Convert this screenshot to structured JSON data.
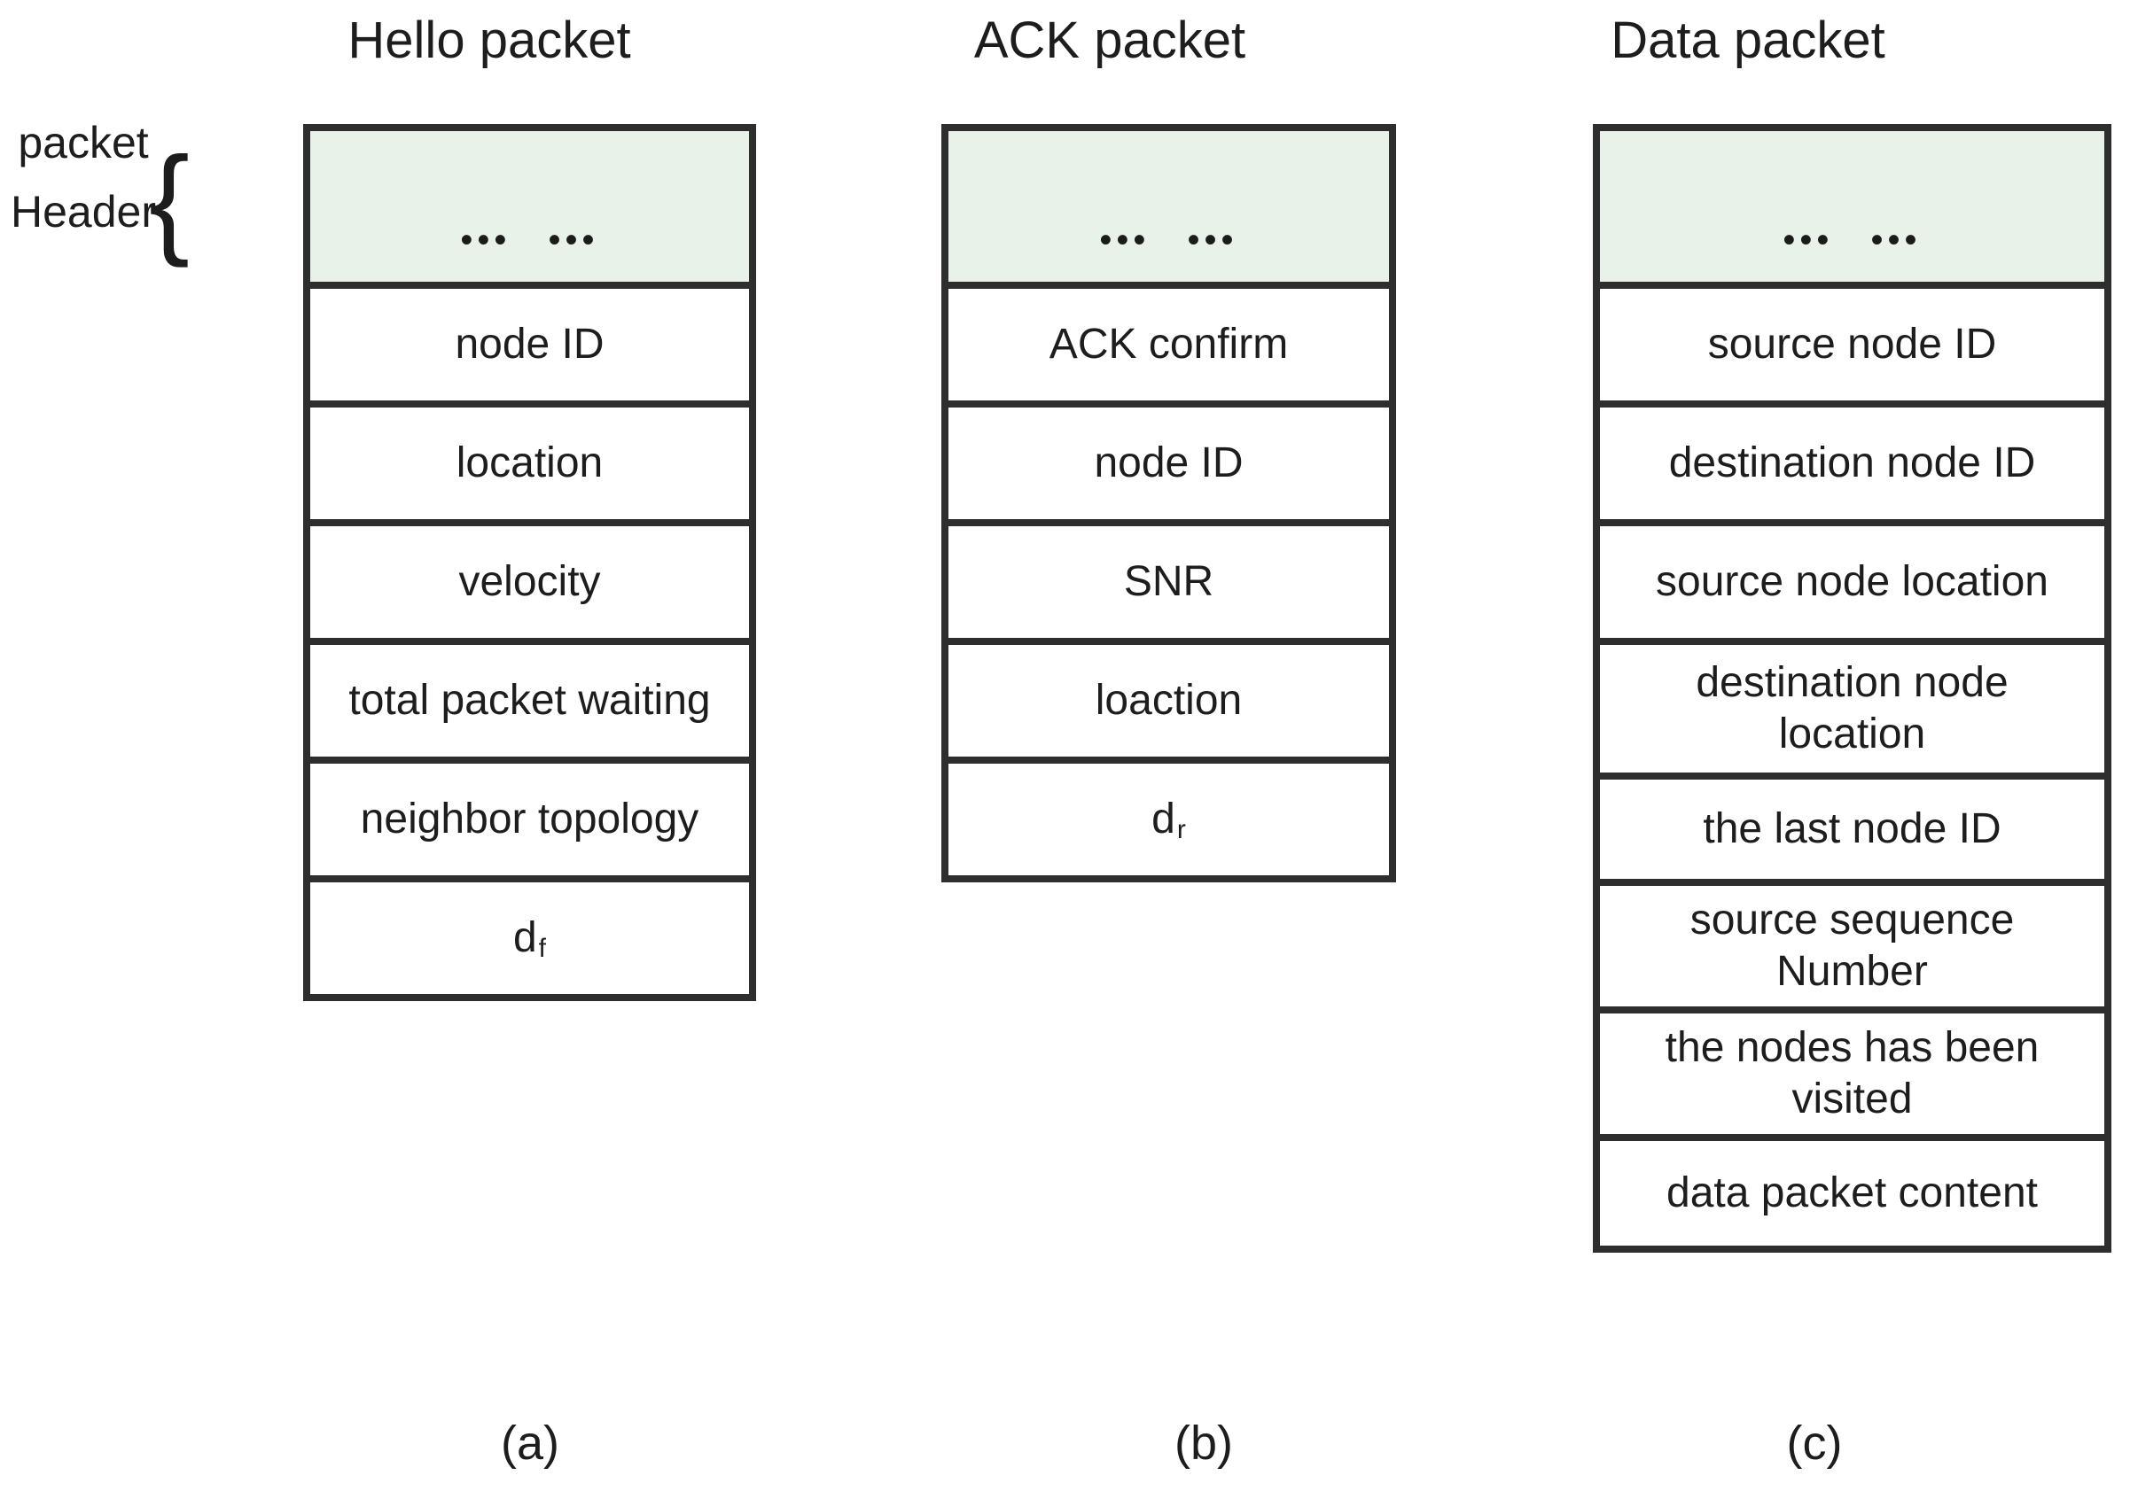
{
  "colors": {
    "header_fill": "#e9f2e8",
    "border": "#2e2e2e",
    "text": "#1d1d1d",
    "background": "#ffffff"
  },
  "side_label": {
    "line1": "packet",
    "line2": "Header"
  },
  "brace": "{",
  "columns": [
    {
      "title": "Hello packet",
      "caption": "(a)",
      "header_dots": "••• •••",
      "rows": [
        "node ID",
        "location",
        "velocity",
        "total packet waiting",
        "neighbor topology"
      ],
      "sub_row": {
        "base": "d",
        "sub": "f"
      }
    },
    {
      "title": "ACK packet",
      "caption": "(b)",
      "header_dots": "••• •••",
      "rows": [
        "ACK confirm",
        "node ID",
        "SNR",
        "loaction"
      ],
      "sub_row": {
        "base": "d",
        "sub": "r"
      }
    },
    {
      "title": "Data packet",
      "caption": "(c)",
      "header_dots": "••• •••",
      "rows": [
        "source node ID",
        "destination node ID",
        "source node location",
        "destination node location",
        "the last node ID",
        "source sequence Number",
        "the nodes has been visited",
        "data packet content"
      ]
    }
  ]
}
